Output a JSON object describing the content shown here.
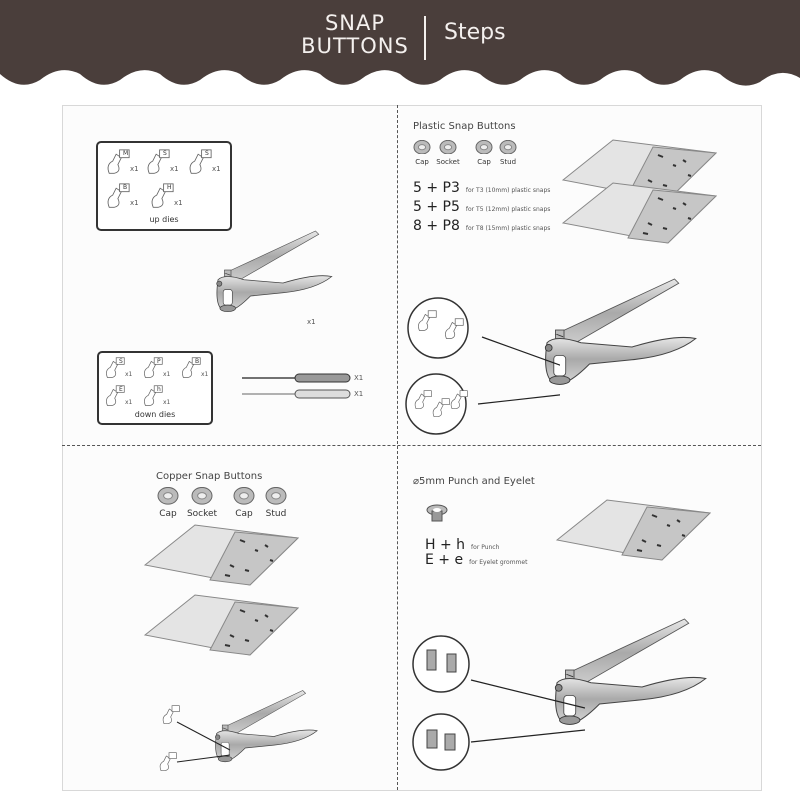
{
  "header": {
    "title_line1": "SNAP",
    "title_line2": "BUTTONS",
    "subtitle": "Steps",
    "background_color": "#4a3e3b"
  },
  "kit": {
    "up_dies_label": "up dies",
    "up_dies": [
      {
        "tag": "M",
        "qty": "x1"
      },
      {
        "tag": "S",
        "qty": "x1"
      },
      {
        "tag": "S",
        "qty": "x1"
      },
      {
        "tag": "B",
        "qty": "x1"
      },
      {
        "tag": "H",
        "qty": "x1"
      }
    ],
    "down_dies_label": "down dies",
    "down_dies": [
      {
        "tag": "S",
        "qty": "x1"
      },
      {
        "tag": "P",
        "qty": "x1"
      },
      {
        "tag": "B",
        "qty": "x1"
      },
      {
        "tag": "E",
        "qty": "x1"
      },
      {
        "tag": "h",
        "qty": "x1"
      }
    ],
    "pliers_qty": "x1",
    "screwdriver_qty": "X1",
    "awl_qty": "X1"
  },
  "plastic": {
    "title": "Plastic Snap Buttons",
    "parts": [
      "Cap",
      "Socket",
      "Cap",
      "Stud"
    ],
    "combos": [
      {
        "code": "5 + P3",
        "desc": "for T3 (10mm) plastic snaps"
      },
      {
        "code": "5 + P5",
        "desc": "for T5 (12mm) plastic snaps"
      },
      {
        "code": "8 + P8",
        "desc": "for T8 (15mm) plastic snaps"
      }
    ]
  },
  "copper": {
    "title": "Copper Snap Buttons",
    "parts": [
      "Cap",
      "Socket",
      "Cap",
      "Stud"
    ]
  },
  "eyelet": {
    "title": "⌀5mm Punch and Eyelet",
    "combos": [
      {
        "code": "H + h",
        "desc": "for Punch"
      },
      {
        "code": "E + e",
        "desc": "for Eyelet grommet"
      }
    ]
  }
}
